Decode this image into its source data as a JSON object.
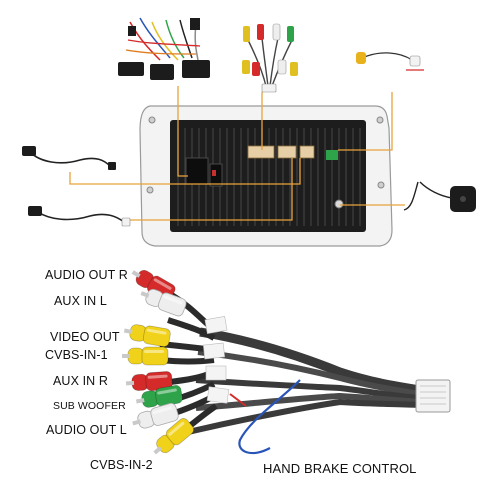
{
  "labels": {
    "audio_out_r": "AUDIO OUT R",
    "aux_in_l": "AUX IN L",
    "video_out": "VIDEO OUT",
    "cvbs_in_1": "CVBS-IN-1",
    "aux_in_r": "AUX IN R",
    "sub_woofer": "SUB WOOFER",
    "audio_out_l": "AUDIO OUT L",
    "cvbs_in_2": "CVBS-IN-2",
    "hand_brake": "HAND BRAKE CONTROL"
  },
  "colors": {
    "callout": "#e8a33a",
    "red_plug": "#d42a2a",
    "white_plug": "#eeeeee",
    "yellow_plug": "#f1d21a",
    "green_plug": "#2fa34a",
    "cable": "#3a3a3a",
    "brake_wire": "#2a55b8",
    "unit_frame": "#f2f2f2",
    "unit_body": "#1e1e1e"
  },
  "plugs": [
    {
      "label_key": "audio_out_r",
      "color": "red"
    },
    {
      "label_key": "aux_in_l",
      "color": "white"
    },
    {
      "label_key": "video_out",
      "color": "yellow"
    },
    {
      "label_key": "cvbs_in_1",
      "color": "yellow"
    },
    {
      "label_key": "aux_in_r",
      "color": "red"
    },
    {
      "label_key": "sub_woofer",
      "color": "green"
    },
    {
      "label_key": "audio_out_l",
      "color": "white"
    },
    {
      "label_key": "cvbs_in_2",
      "color": "yellow"
    }
  ]
}
